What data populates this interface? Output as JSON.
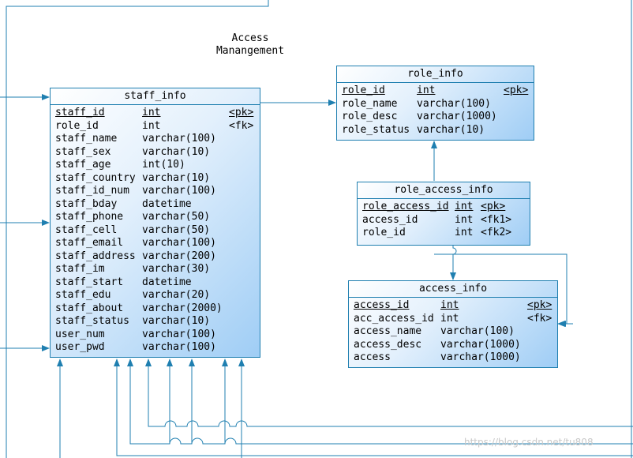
{
  "package": {
    "title": "Access\nManangement"
  },
  "entities": {
    "staff_info": {
      "name": "staff_info",
      "columns": [
        {
          "name": "staff_id",
          "type": "int",
          "key": "<pk>"
        },
        {
          "name": "role_id",
          "type": "int",
          "key": "<fk>"
        },
        {
          "name": "staff_name",
          "type": "varchar(100)",
          "key": ""
        },
        {
          "name": "staff_sex",
          "type": "varchar(10)",
          "key": ""
        },
        {
          "name": "staff_age",
          "type": "int(10)",
          "key": ""
        },
        {
          "name": "staff_country",
          "type": "varchar(10)",
          "key": ""
        },
        {
          "name": "staff_id_num",
          "type": "varchar(100)",
          "key": ""
        },
        {
          "name": "staff_bday",
          "type": "datetime",
          "key": ""
        },
        {
          "name": "staff_phone",
          "type": "varchar(50)",
          "key": ""
        },
        {
          "name": "staff_cell",
          "type": "varchar(50)",
          "key": ""
        },
        {
          "name": "staff_email",
          "type": "varchar(100)",
          "key": ""
        },
        {
          "name": "staff_address",
          "type": "varchar(200)",
          "key": ""
        },
        {
          "name": "staff_im",
          "type": "varchar(30)",
          "key": ""
        },
        {
          "name": "staff_start",
          "type": "datetime",
          "key": ""
        },
        {
          "name": "staff_edu",
          "type": "varchar(20)",
          "key": ""
        },
        {
          "name": "staff_about",
          "type": "varchar(2000)",
          "key": ""
        },
        {
          "name": "staff_status",
          "type": "varchar(10)",
          "key": ""
        },
        {
          "name": "user_num",
          "type": "varchar(100)",
          "key": ""
        },
        {
          "name": "user_pwd",
          "type": "varchar(100)",
          "key": ""
        }
      ]
    },
    "role_info": {
      "name": "role_info",
      "columns": [
        {
          "name": "role_id",
          "type": "int",
          "key": "<pk>"
        },
        {
          "name": "role_name",
          "type": "varchar(100)",
          "key": ""
        },
        {
          "name": "role_desc",
          "type": "varchar(1000)",
          "key": ""
        },
        {
          "name": "role_status",
          "type": "varchar(10)",
          "key": ""
        }
      ]
    },
    "role_access_info": {
      "name": "role_access_info",
      "columns": [
        {
          "name": "role_access_id",
          "type": "int",
          "key": "<pk>"
        },
        {
          "name": "access_id",
          "type": "int",
          "key": "<fk1>"
        },
        {
          "name": "role_id",
          "type": "int",
          "key": "<fk2>"
        }
      ]
    },
    "access_info": {
      "name": "access_info",
      "columns": [
        {
          "name": "access_id",
          "type": "int",
          "key": "<pk>"
        },
        {
          "name": "acc_access_id",
          "type": "int",
          "key": "<fk>"
        },
        {
          "name": "access_name",
          "type": "varchar(100)",
          "key": ""
        },
        {
          "name": "access_desc",
          "type": "varchar(1000)",
          "key": ""
        },
        {
          "name": "access",
          "type": "varchar(1000)",
          "key": ""
        }
      ]
    }
  },
  "watermark": "https://blog.csdn.net/tu808",
  "colors": {
    "line": "#1f7fb0",
    "entity_fill_end": "#9fcdf5"
  }
}
